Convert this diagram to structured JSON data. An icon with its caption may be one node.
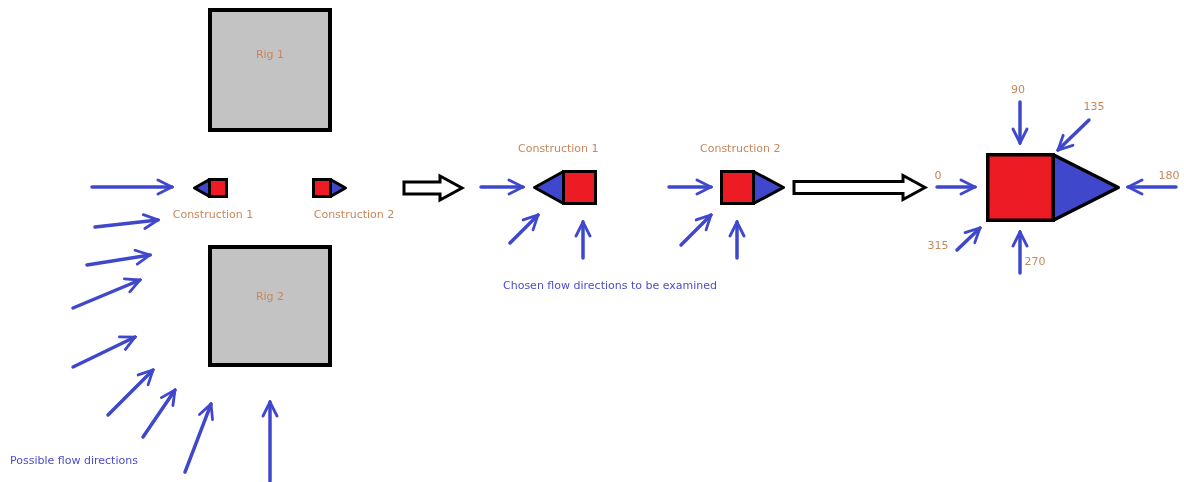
{
  "diagram": {
    "nodes": [
      {
        "text": [
          "Rig 1"
        ]
      },
      {
        "text": [
          "Construction 1"
        ]
      },
      {
        "text": [
          "Construction 2"
        ]
      },
      {
        "text": [
          "Rig 2"
        ]
      },
      {
        "text": [
          "Construction 1"
        ]
      },
      {
        "text": [
          "Construction 2"
        ]
      },
      {
        "text": [],
        "shape": "box"
      }
    ],
    "edges": [
      {
        "from": 2,
        "to": 4,
        "arrow": "to"
      },
      {
        "from": 5,
        "to": 6,
        "arrow": "to"
      }
    ],
    "labels": [
      "90",
      "135",
      "0",
      "180",
      "315",
      "270",
      "Chosen flow directions to be examined",
      "Possible flow directions"
    ]
  }
}
